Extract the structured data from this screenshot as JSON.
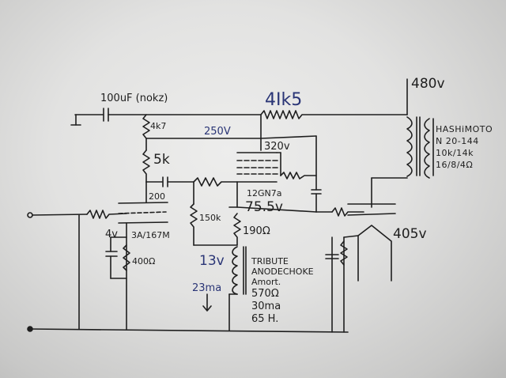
{
  "colors": {
    "ink": "#1e1e1e",
    "blue_ink": "#2a3576",
    "paper": "#e6e6e5"
  },
  "labels": {
    "cap_coupling": "100uF (nokz)",
    "r_4k1": "4k7",
    "r_5k": "5k",
    "r_4k1_top": "4Ik5",
    "v_480": "480v",
    "v_250": "250V",
    "v_320": "320v",
    "tube": "12GN7a",
    "v_75": "75.5v",
    "v_200": "200",
    "r_150k": "150k",
    "r_190": "190Ω",
    "v_4": "4v",
    "tube_driver": "3A/167M",
    "r_400": "400Ω",
    "v_13": "13v",
    "i_23ma": "23ma",
    "v_405": "405v"
  },
  "transformer_note": [
    "HASHiMOTO",
    "N 20-144",
    "10k/14k",
    "16/8/4Ω"
  ],
  "choke_note": [
    "TRIBUTE",
    "ANODECHOKE",
    "Amort.",
    "570Ω",
    "30ma",
    "65 H."
  ]
}
